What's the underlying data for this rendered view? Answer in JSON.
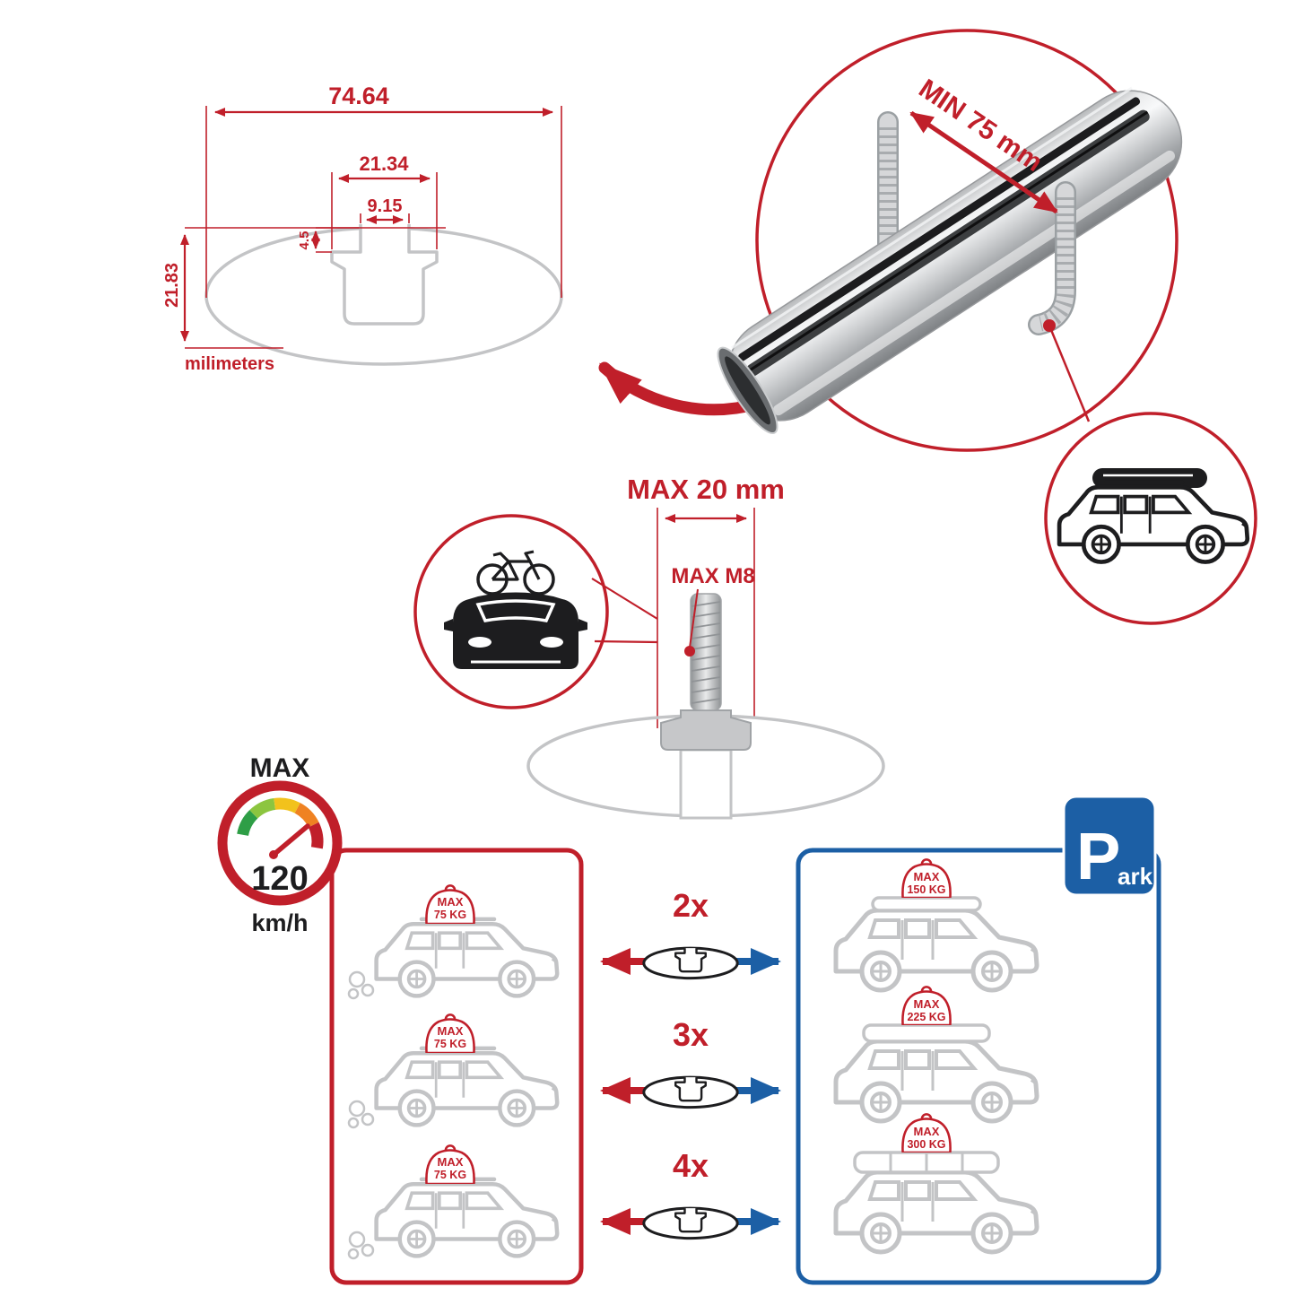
{
  "colors": {
    "red": "#c01f2a",
    "blue": "#1c5fa5",
    "gray": "#c3c4c6",
    "ink": "#1d1d1f",
    "gauge-green": "#2e9e46",
    "gauge-lime": "#8cc53f",
    "gauge-yellow": "#f2c21c",
    "gauge-orange": "#ef8222",
    "gauge-red": "#c01f2a"
  },
  "cross_section": {
    "total_width": "74.64",
    "step_width": "21.34",
    "slot_width": "9.15",
    "step_depth": "4.5",
    "total_height": "21.83",
    "units_label": "milimeters"
  },
  "clamp_detail": {
    "min_grip_label": "MIN 75 mm"
  },
  "bolt_detail": {
    "max_length_label": "MAX 20 mm",
    "max_thread_label": "MAX M8"
  },
  "speed_limit": {
    "title": "MAX",
    "value": "120",
    "unit": "km/h"
  },
  "capacity": {
    "rows": [
      {
        "qty": "2x",
        "driving": {
          "max_label": "MAX",
          "weight": "75 KG"
        },
        "parked": {
          "max_label": "MAX",
          "weight": "150 KG"
        }
      },
      {
        "qty": "3x",
        "driving": {
          "max_label": "MAX",
          "weight": "75 KG"
        },
        "parked": {
          "max_label": "MAX",
          "weight": "225 KG"
        }
      },
      {
        "qty": "4x",
        "driving": {
          "max_label": "MAX",
          "weight": "75 KG"
        },
        "parked": {
          "max_label": "MAX",
          "weight": "300 KG"
        }
      }
    ]
  },
  "park_sign": {
    "letter": "P",
    "suffix": "ark"
  }
}
